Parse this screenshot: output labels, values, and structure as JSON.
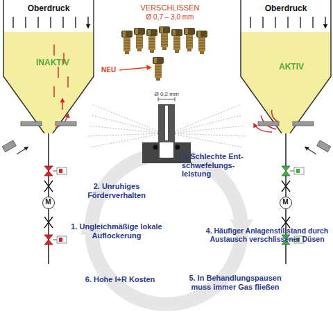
{
  "diagram": {
    "nodes": [
      {
        "text": [
          "Oberdruck",
          "INAKTIV"
        ]
      },
      {
        "text": [
          "M"
        ]
      },
      {
        "text": [
          "Oberdruck",
          "AKTIV"
        ]
      },
      {
        "text": [
          "M"
        ]
      }
    ],
    "edges": [
      {
        "from": 0,
        "to": 1,
        "arrow": "none"
      },
      {
        "from": 2,
        "to": 3,
        "arrow": "none"
      }
    ],
    "labels": [
      "VERSCHLISSEN",
      "Ø 0,7 – 3,0 mm",
      "NEU",
      "Ø 0,2 mm",
      "2. Unruhiges Förderverhalten",
      "3. Schlechte Ent- schwefelungs- leistung",
      "1. Ungleichmäßige lokale Auflockerung",
      "4. Häufiger Anlagenstillstand durch Austausch verschlissener Düsen",
      "6. Hohe I+R Kosten",
      "5. In Behandlungspausen muss immer Gas fließen"
    ]
  }
}
